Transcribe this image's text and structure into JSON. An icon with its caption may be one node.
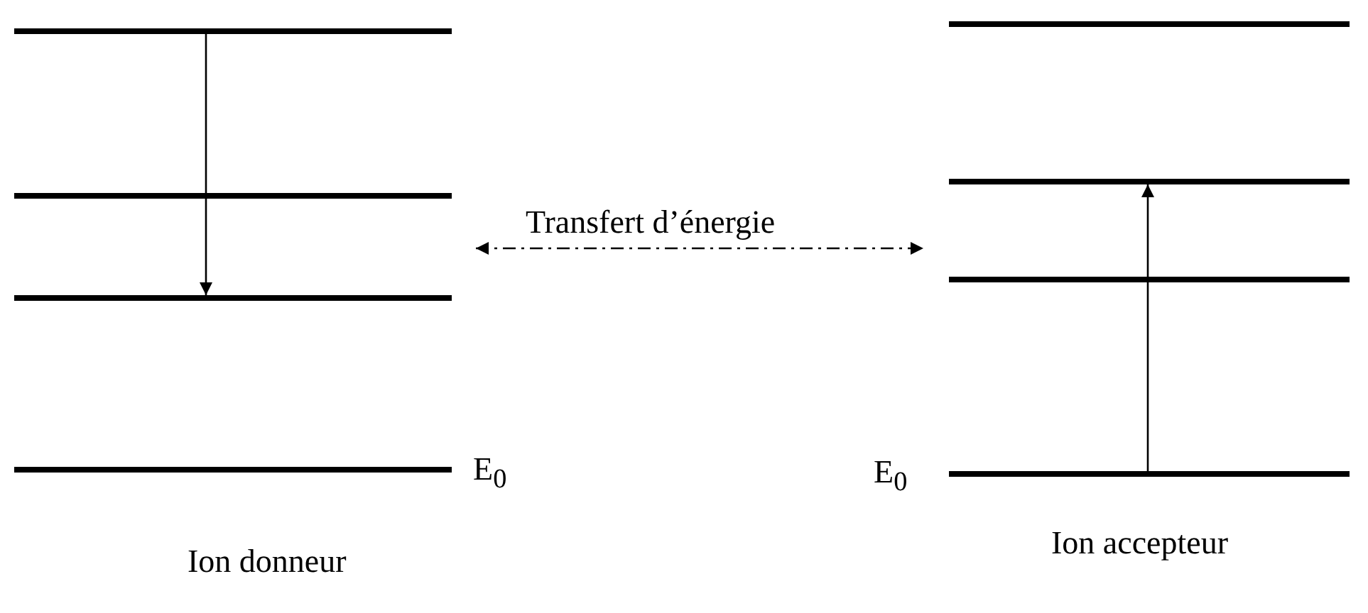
{
  "diagram": {
    "nodes": [
      {
        "text": [],
        "shape": "bar"
      },
      {
        "text": [],
        "shape": "bar"
      },
      {
        "text": [],
        "shape": "bar"
      },
      {
        "text": [],
        "shape": "bar",
        "beside": [
          "E$_{0}$"
        ]
      },
      {
        "text": [],
        "shape": "bar"
      },
      {
        "text": [],
        "shape": "bar"
      },
      {
        "text": [],
        "shape": "bar"
      },
      {
        "text": [],
        "shape": "bar",
        "beside": [
          "E$_{0}$"
        ]
      }
    ],
    "edges": [
      {
        "from": 0,
        "to": 2,
        "arrow": "to"
      },
      {
        "from": 7,
        "to": 5,
        "arrow": "to"
      }
    ],
    "labels": [
      "Transfert d’énergie",
      "Ion donneur",
      "Ion accepteur"
    ]
  }
}
